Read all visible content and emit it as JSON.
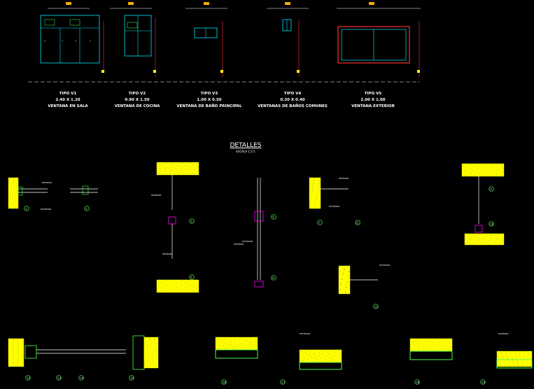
{
  "colors": {
    "background": "#000000",
    "frame": "#00e5ff",
    "wall_fill": "#ffff00",
    "section": "#4cff4c",
    "accent": "#ff00ff",
    "red": "#ff3030",
    "text": "#ffffff",
    "orange_tag": "#ffb000"
  },
  "elevations": [
    {
      "type": "TIPO V1",
      "size": "2.40 X 1.20",
      "name": "VENTANA EN SALA",
      "tag": "V1"
    },
    {
      "type": "TIPO V2",
      "size": "0.90 X 1.50",
      "name": "VENTANA DE COCINA",
      "tag": "V2"
    },
    {
      "type": "TIPO V3",
      "size": "1.00 X 0.50",
      "name": "VENTANA DE BAÑO PRINCIPAL",
      "tag": "V3"
    },
    {
      "type": "TIPO V4",
      "size": "0.30 X 0.40",
      "name": "VENTANAS DE BAÑOS COMUNES",
      "tag": "V4"
    },
    {
      "type": "TIPO V5",
      "size": "2.00 X 1.00",
      "name": "VENTANA EXTERIOR",
      "tag": "V5"
    }
  ],
  "details": {
    "title": "DETALLES",
    "scale": "ESCALA 1:2.5"
  },
  "labels": {
    "interior": "INTERIOR",
    "exterior": "EXTERIOR"
  },
  "callouts": [
    "1",
    "2",
    "3",
    "4",
    "5",
    "6",
    "7",
    "8",
    "9",
    "10",
    "11",
    "12",
    "13",
    "14",
    "15",
    "16",
    "17",
    "18",
    "19",
    "20"
  ]
}
